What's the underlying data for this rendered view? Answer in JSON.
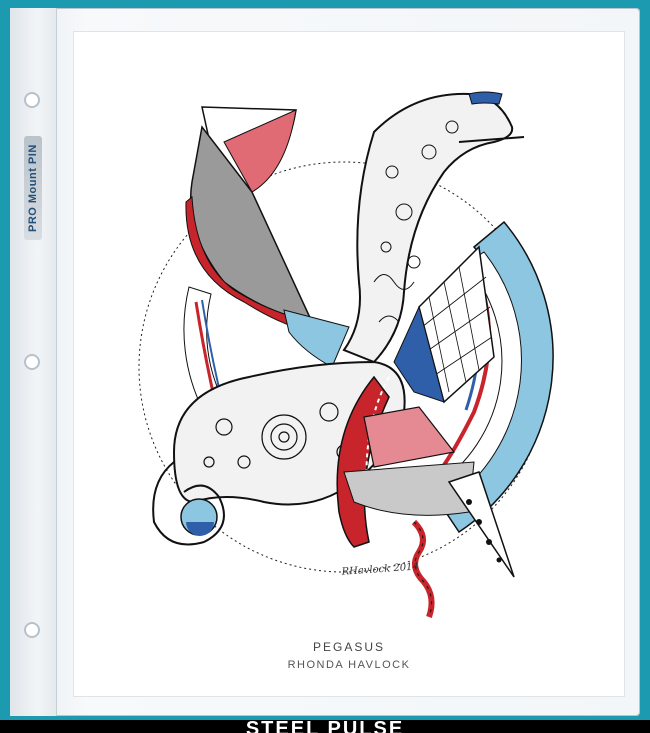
{
  "artwork": {
    "title": "PEGASUS",
    "artist": "RHONDA HAVLOCK",
    "signature": "RHavlock 2014"
  },
  "sleeve": {
    "brand": "PRO Mount PIN"
  },
  "footer": {
    "text": "STEEL PULSE"
  },
  "colors": {
    "frame": "#1c9ab0",
    "red": "#c8242b",
    "blue": "#2f5fa8",
    "light_blue": "#8cc6e0",
    "pink": "#e58a93",
    "ink": "#111111"
  }
}
